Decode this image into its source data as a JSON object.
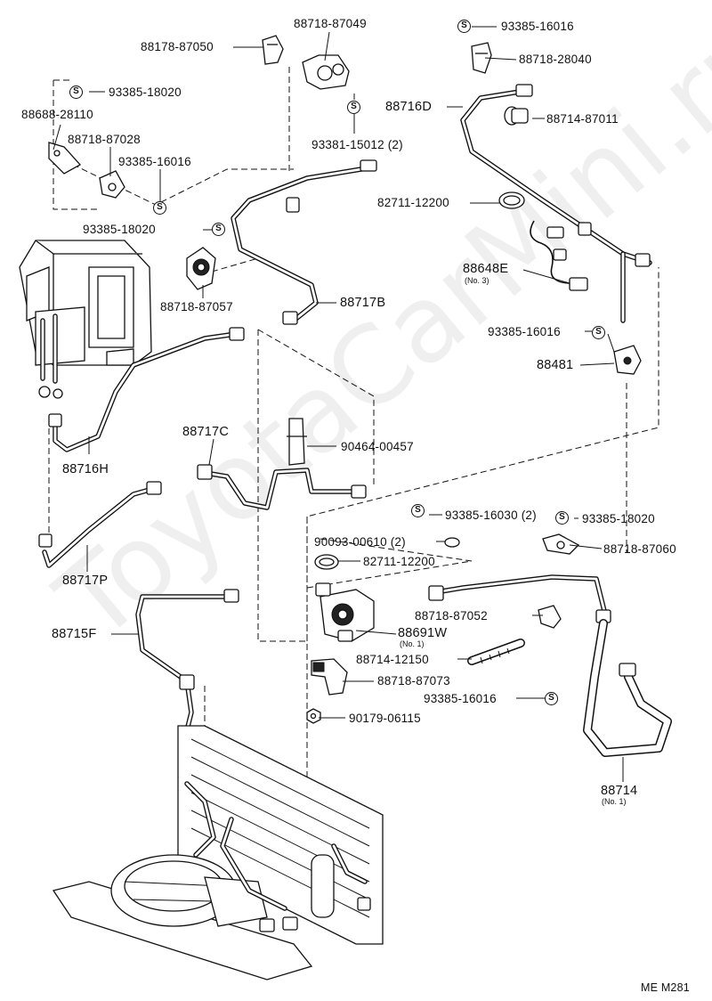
{
  "watermark": "ToyotaCarMini.ru",
  "footer_code": "ME M281",
  "labels": {
    "p88178_87050": "88178-87050",
    "p88718_87049": "88718-87049",
    "p93385_16016_top": "93385-16016",
    "p88718_28040": "88718-28040",
    "p93385_18020_a": "93385-18020",
    "p88688_28110": "88688-28110",
    "p88718_87028": "88718-87028",
    "p93385_16016_b": "93385-16016",
    "p93385_18020_b": "93385-18020",
    "p88718_87057": "88718-87057",
    "p93381_15012": "93381-15012 (2)",
    "p88716D": "88716D",
    "p88714_87011": "88714-87011",
    "p82711_12200_a": "82711-12200",
    "p88648E": "88648E",
    "p88648E_sub": "(No. 3)",
    "p93385_16016_c": "93385-16016",
    "p88481": "88481",
    "p88717B": "88717B",
    "p88716H": "88716H",
    "p88717C": "88717C",
    "p90464_00457": "90464-00457",
    "p88717P": "88717P",
    "p93385_16030": "93385-16030 (2)",
    "p93385_18020_c": "93385-18020",
    "p90093_00610": "90093-00610 (2)",
    "p88718_87060": "88718-87060",
    "p82711_12200_b": "82711-12200",
    "p88718_87052": "88718-87052",
    "p88715F": "88715F",
    "p88691W": "88691W",
    "p88691W_sub": "(No. 1)",
    "p88714_12150": "88714-12150",
    "p88718_87073": "88718-87073",
    "p93385_16016_d": "93385-16016",
    "p90179_06115": "90179-06115",
    "p88714": "88714",
    "p88714_sub": "(No. 1)"
  },
  "s_symbol": "S"
}
